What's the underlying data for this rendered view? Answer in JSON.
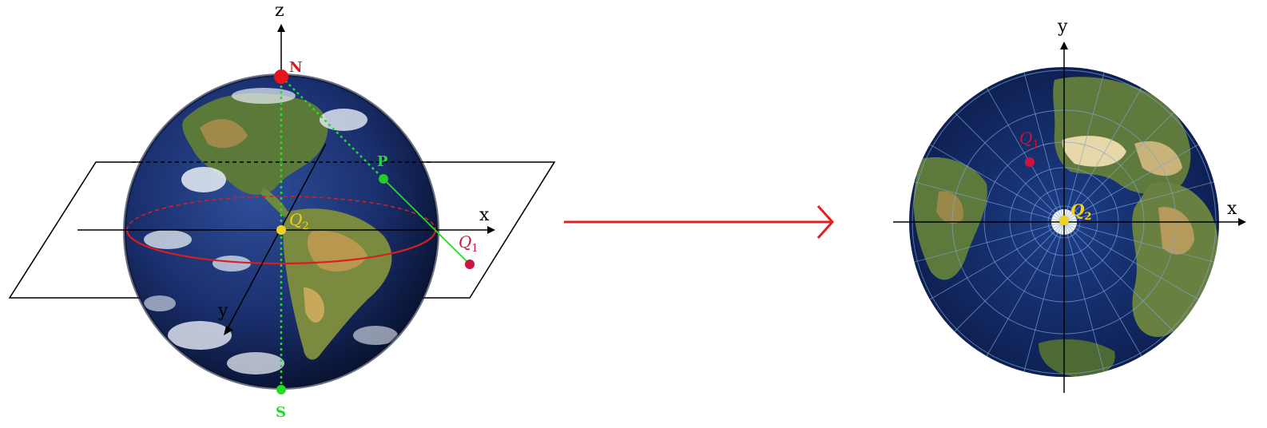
{
  "left_panel": {
    "axis_labels": {
      "z": "z",
      "x": "x",
      "y": "y"
    },
    "points": {
      "north": "N",
      "south": "S",
      "p": "P",
      "q1_main": "Q",
      "q1_sub": "1",
      "q2_main": "Q",
      "q2_sub": "2"
    }
  },
  "right_panel": {
    "axis_labels": {
      "x": "x",
      "y": "y"
    },
    "points": {
      "q1_main": "Q",
      "q1_sub": "1",
      "q2_main": "Q",
      "q2_sub": "2"
    }
  },
  "colors": {
    "north_pole": "#e8141e",
    "south_pole": "#22dd22",
    "projection_line": "#22dd22",
    "point_p": "#22cc22",
    "q1": "#cc1440",
    "q2": "#f0d020",
    "equator": "#d81e1e",
    "mapping_arrow": "#e02020",
    "axes": "#000000",
    "plane": "#000000"
  }
}
